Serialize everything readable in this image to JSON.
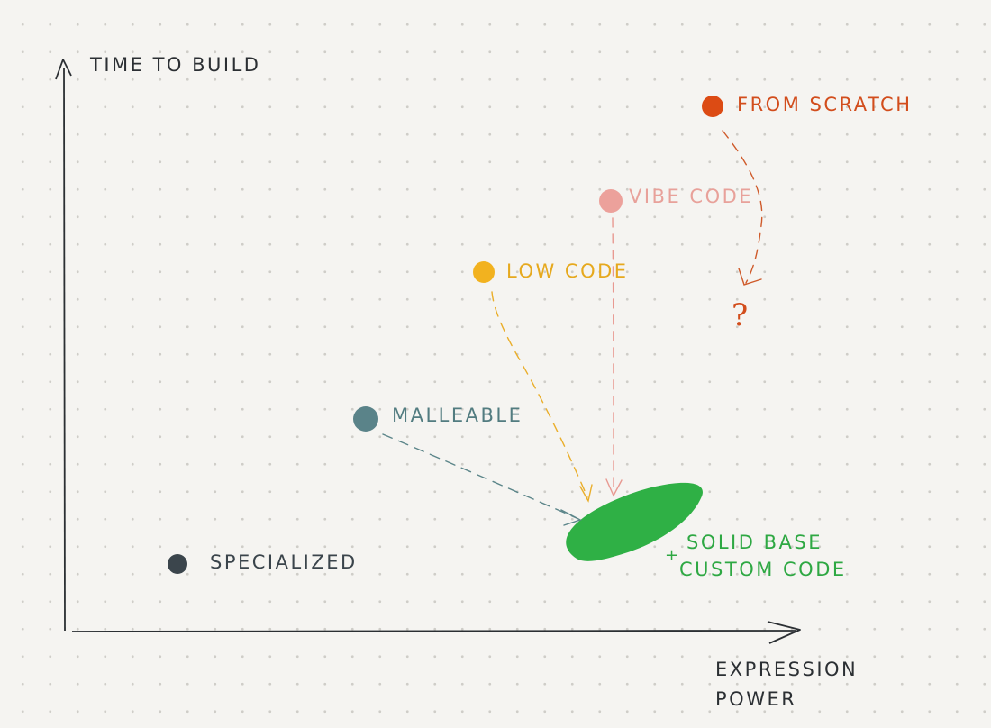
{
  "axes": {
    "y_label": "TIME TO BUILD",
    "x_label_line1": "EXPRESSION",
    "x_label_line2": "POWER"
  },
  "points": {
    "from_scratch": {
      "label": "FROM SCRATCH",
      "color": "#dc4b14"
    },
    "vibe_code": {
      "label": "VIBE CODE",
      "color": "#eca19b"
    },
    "low_code": {
      "label": "LOW CODE",
      "color": "#f2b21f"
    },
    "malleable": {
      "label": "MALLEABLE",
      "color": "#5a8389"
    },
    "specialized": {
      "label": "SPECIALIZED",
      "color": "#3b454c"
    }
  },
  "target": {
    "line1": "SOLID BASE",
    "plus": "+",
    "line2": "CUSTOM CODE",
    "color": "#2fb045"
  },
  "unknown_marker": "?"
}
